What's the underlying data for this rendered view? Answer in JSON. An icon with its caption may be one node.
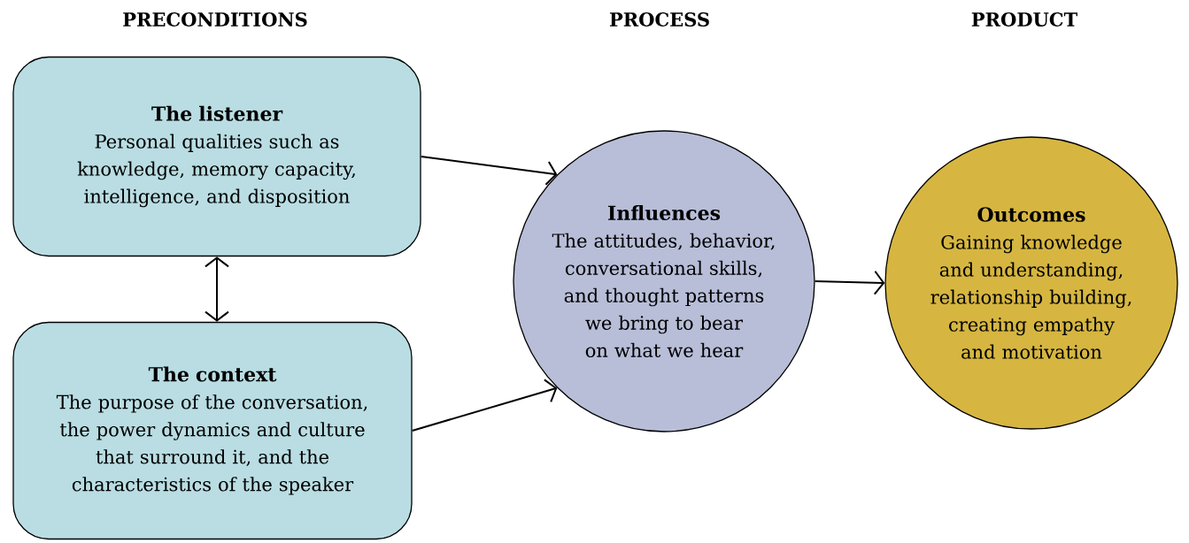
{
  "diagram": {
    "nodes": [
      {
        "text": [
          "The listener",
          "Personal qualities such as knowledge, memory capacity, intelligence, and disposition"
        ]
      },
      {
        "text": [
          "The context",
          "The purpose of the conversation, the power dynamics and culture that surround it, and the characteristics of the speaker"
        ]
      },
      {
        "text": [
          "Influences",
          "The attitudes, behavior, conversational skills, and thought patterns we bring to bear on what we hear"
        ]
      },
      {
        "text": [
          "Outcomes",
          "Gaining knowledge and understanding, relationship building, creating empathy and motivation"
        ]
      }
    ],
    "edges": [
      {
        "from": 0,
        "to": 2,
        "arrow": "to"
      },
      {
        "from": 1,
        "to": 2,
        "arrow": "to"
      },
      {
        "from": 0,
        "to": 1,
        "arrow": "both"
      },
      {
        "from": 2,
        "to": 3,
        "arrow": "to"
      }
    ],
    "labels": [
      "PRECONDITIONS",
      "PROCESS",
      "PRODUCT"
    ]
  }
}
